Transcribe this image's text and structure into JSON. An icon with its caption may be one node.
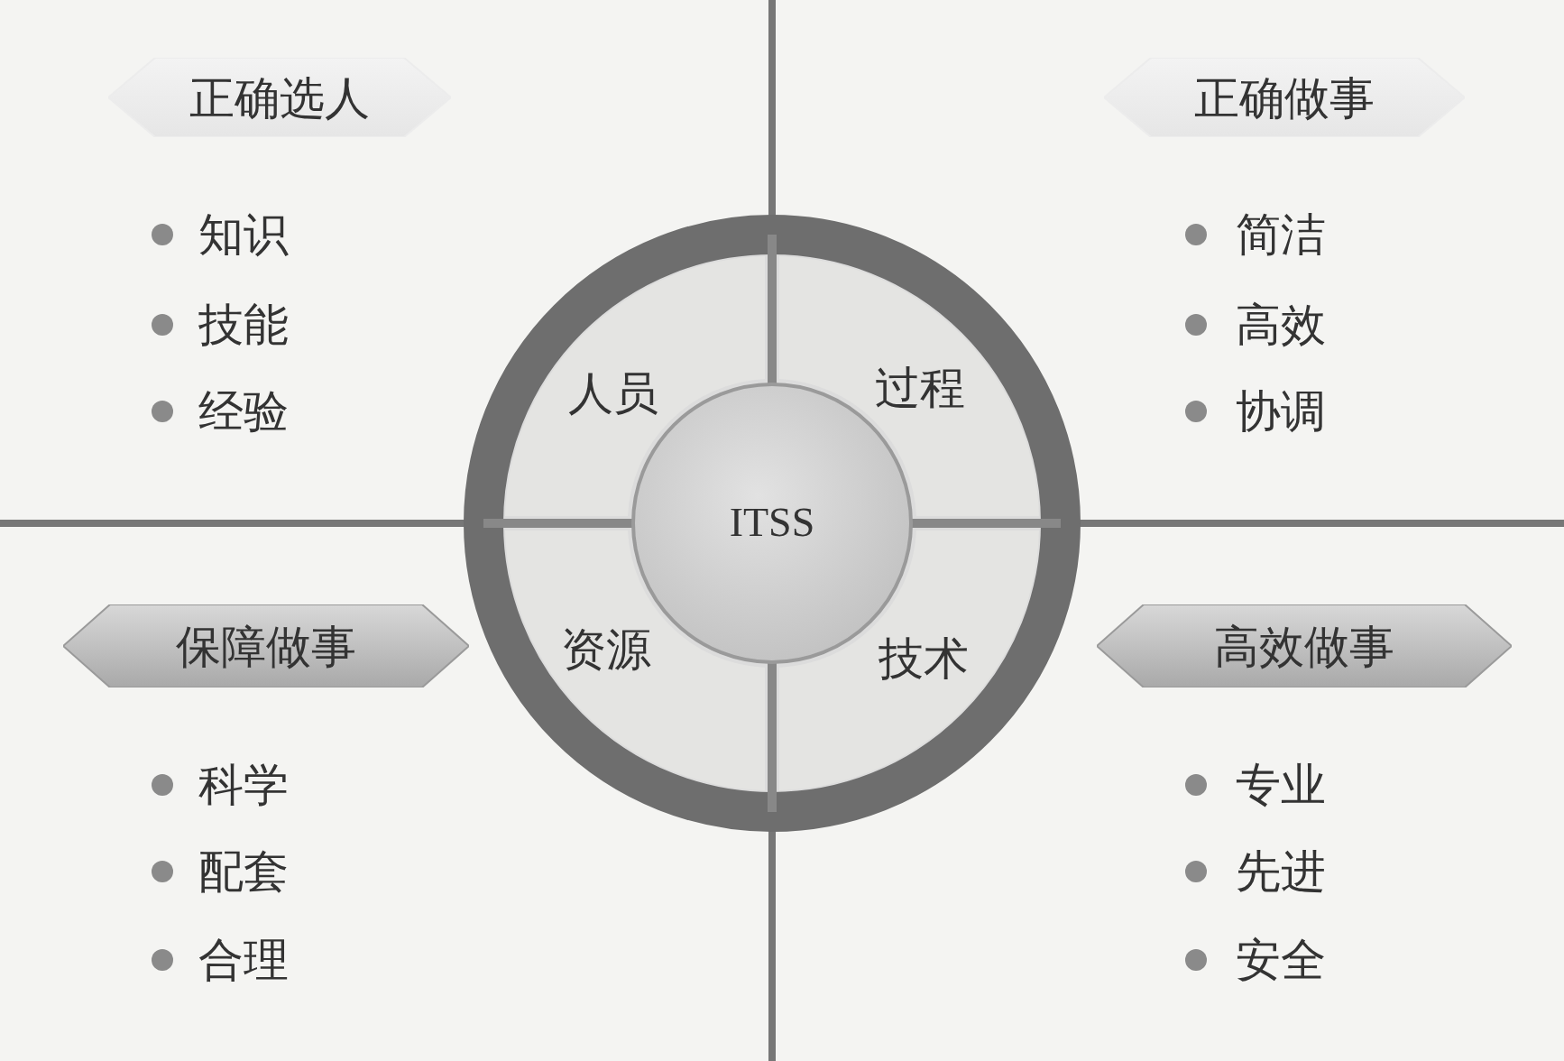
{
  "diagram": {
    "nodes": [
      {
        "text": [
          "正确选人"
        ]
      },
      {
        "text": [
          "正确做事"
        ]
      },
      {
        "text": [
          "人员"
        ]
      },
      {
        "text": [
          "过程"
        ]
      },
      {
        "text": [
          "ITSS"
        ]
      },
      {
        "text": [
          "资源"
        ]
      },
      {
        "text": [
          "技术"
        ]
      },
      {
        "text": [
          "保障做事"
        ]
      },
      {
        "text": [
          "高效做事"
        ]
      }
    ],
    "labels": [
      "知识",
      "简洁",
      "技能",
      "高效",
      "经验",
      "协调",
      "科学",
      "专业",
      "配套",
      "先进",
      "合理",
      "安全"
    ]
  }
}
